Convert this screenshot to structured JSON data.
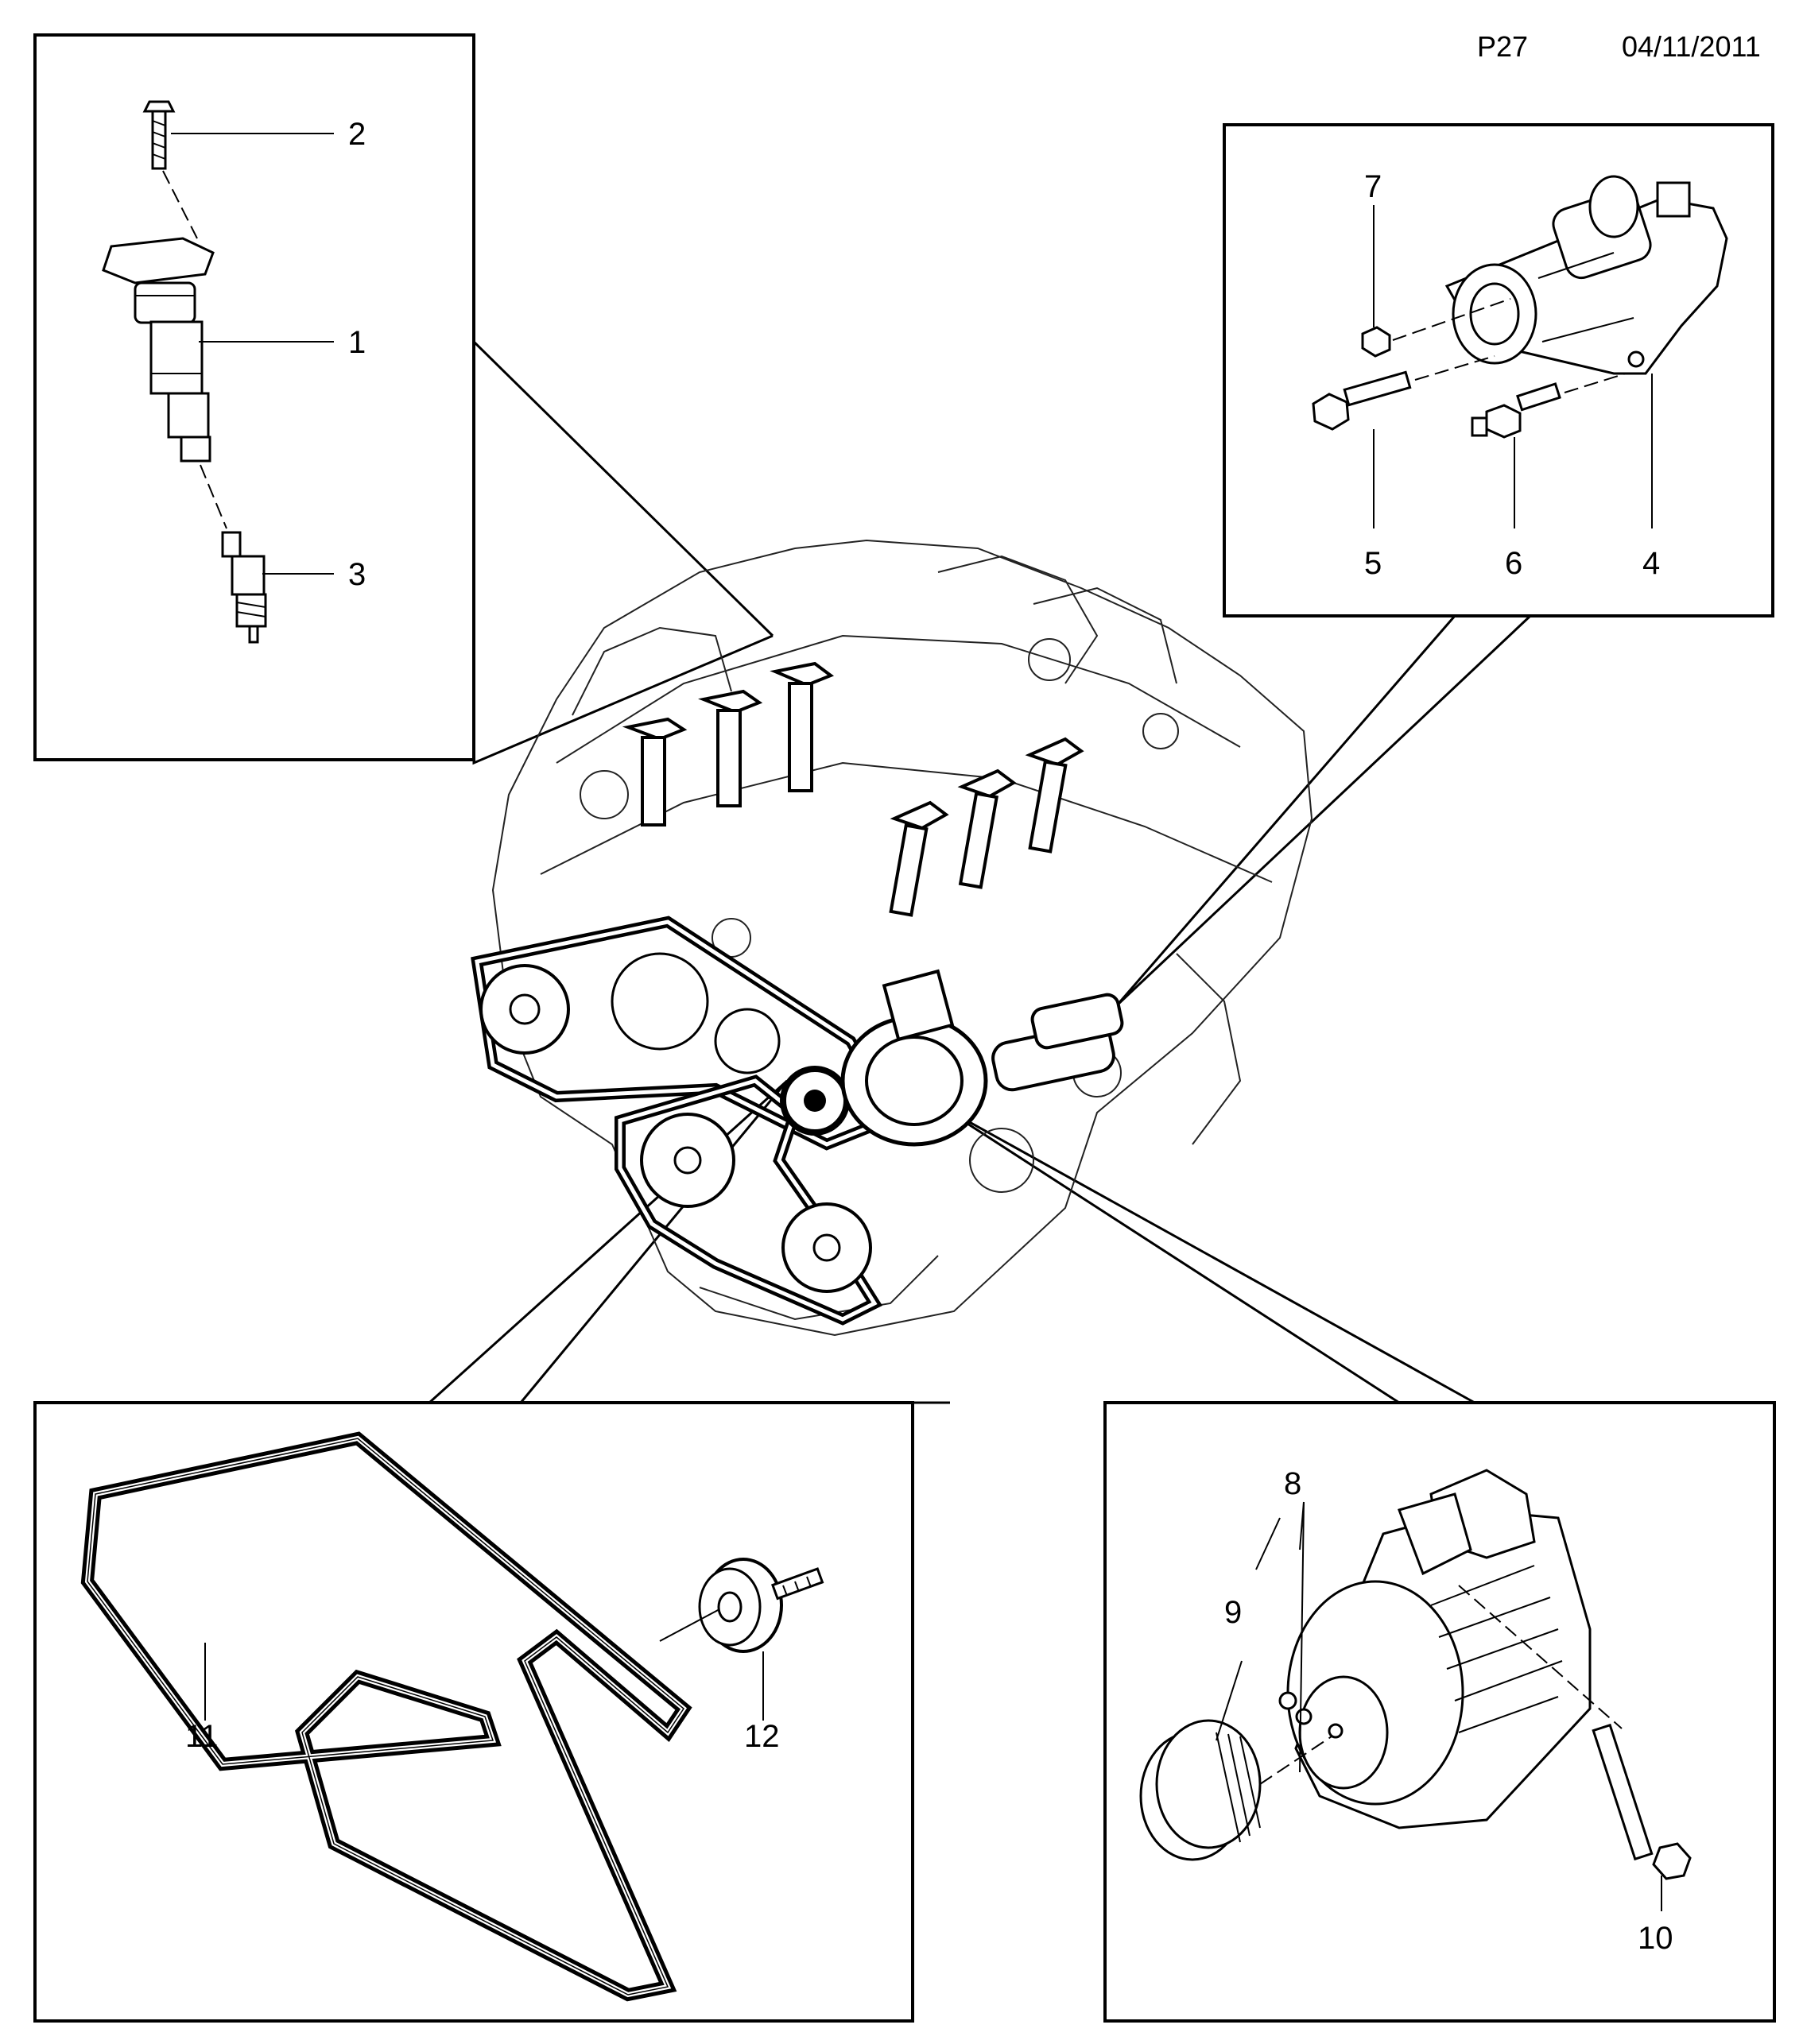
{
  "header": {
    "page_ref": "P27",
    "date": "04/11/2011"
  },
  "callouts": {
    "c1": "1",
    "c2": "2",
    "c3": "3",
    "c4": "4",
    "c5": "5",
    "c6": "6",
    "c7": "7",
    "c8": "8",
    "c9": "9",
    "c10": "10",
    "c11": "11",
    "c12": "12"
  }
}
